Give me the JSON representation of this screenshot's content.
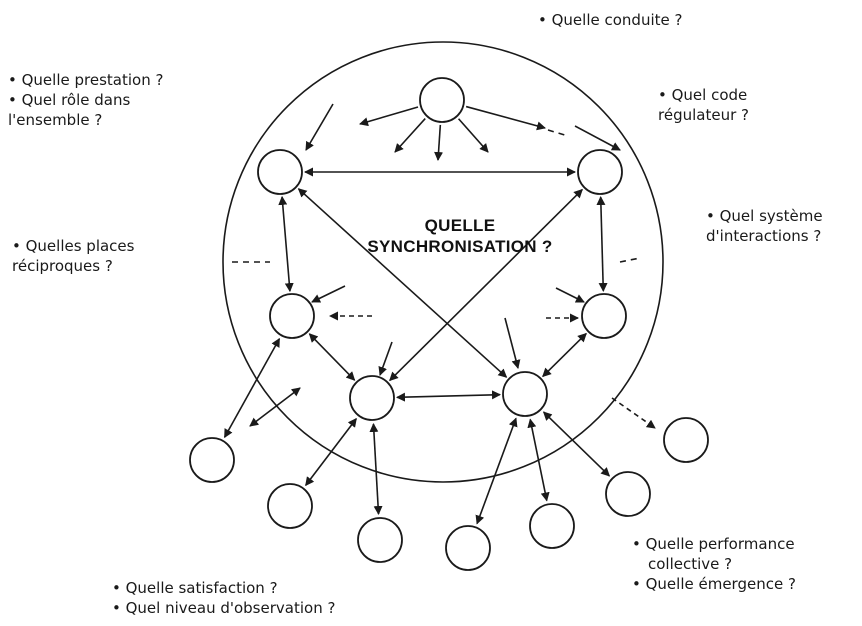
{
  "center_title": [
    "QUELLE",
    "SYNCHRONISATION ?"
  ],
  "labels": {
    "conduite": [
      "• Quelle conduite ?"
    ],
    "prestation": [
      "• Quelle prestation ?",
      "• Quel rôle dans",
      "l'ensemble ?"
    ],
    "code": [
      "• Quel code",
      "régulateur ?"
    ],
    "places": [
      "• Quelles places",
      "réciproques ?"
    ],
    "systeme": [
      "• Quel système",
      "d'interactions ?"
    ],
    "performance": [
      "• Quelle performance",
      "collective ?",
      "• Quelle émergence ?"
    ],
    "satisfaction": [
      "• Quelle satisfaction ?",
      "• Quel niveau d'observation ?"
    ]
  },
  "colors": {
    "stroke": "#1a1a1a",
    "background": "#ffffff"
  }
}
